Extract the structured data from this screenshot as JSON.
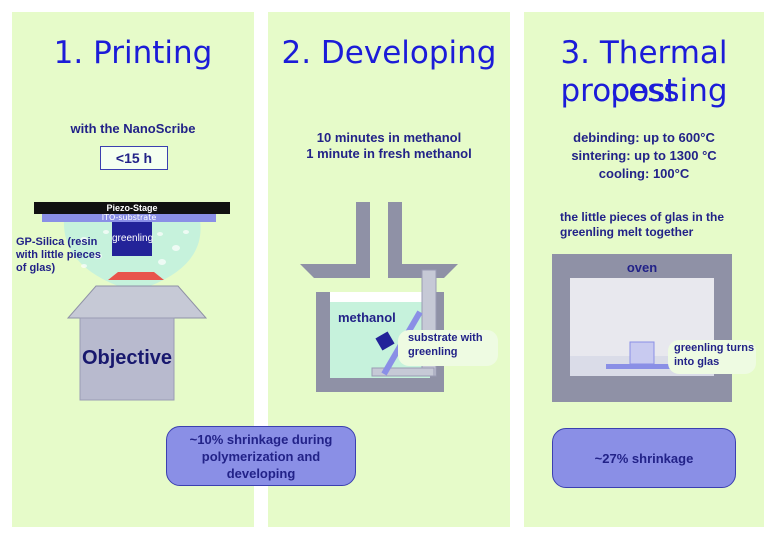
{
  "panel1": {
    "title": "1. Printing",
    "subtitle": "with the NanoScribe",
    "time_box": "<15 h",
    "stage_label": "Piezo-Stage",
    "ito_label": "ITO-substrate",
    "greenling_label": "greenling",
    "gp_label": "GP-Silica (resin with little pieces of glas)",
    "objective_label": "Objective"
  },
  "panel2": {
    "title": "2. Developing",
    "line1": "10 minutes in methanol",
    "line2": "1 minute in fresh methanol",
    "methanol_label": "methanol",
    "substrate_label": "substrate with greenling"
  },
  "panel3": {
    "title_line1": "3. Thermal post",
    "title_line2": "processing",
    "line1": "debinding: up to 600°C",
    "line2": "sintering: up to 1300 °C",
    "line3": "cooling: 100°C",
    "melt_text": "the little pieces of glas in the greenling melt together",
    "oven_label": "oven",
    "glass_label": "greenling turns into glas"
  },
  "shrinkage1": "~10% shrinkage during polymerization and developing",
  "shrinkage2": "~27% shrinkage",
  "colors": {
    "panel_bg": "#e6fbc9",
    "title_blue": "#1c1cd8",
    "text_navy": "#222288",
    "pill_fill": "#8a8fe6",
    "grey": "#8f91a6",
    "resin": "#c6f2dc",
    "red_lens": "#e8544c"
  }
}
